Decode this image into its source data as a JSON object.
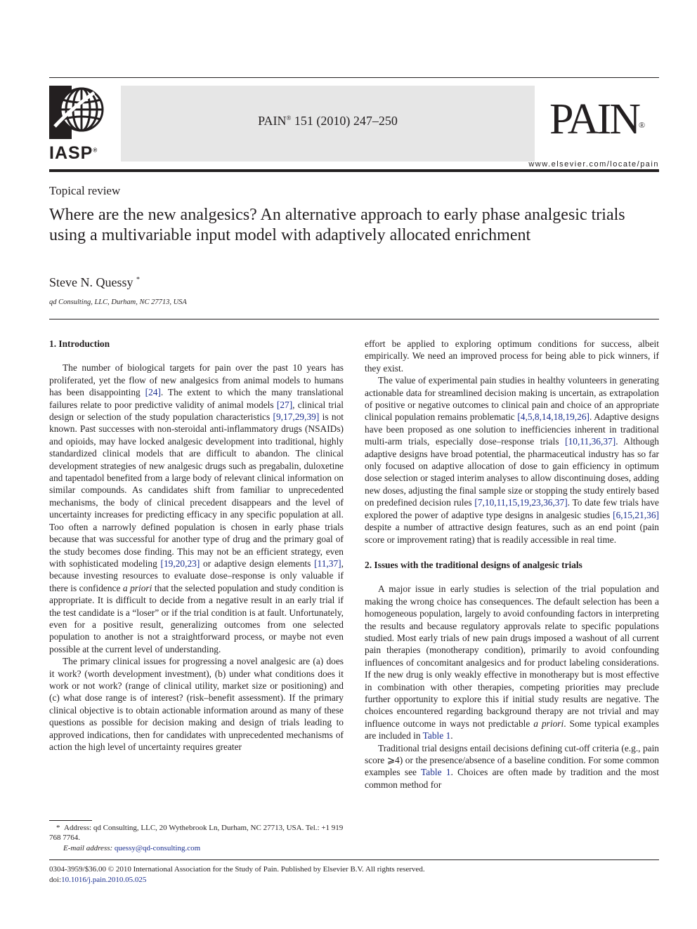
{
  "header": {
    "journal_name": "PAIN",
    "journal_reg": "®",
    "citation": "151 (2010) 247–250",
    "iasp_logo_text": "IASP",
    "iasp_reg": "®",
    "pain_logo_text": "PAIN",
    "pain_logo_reg": "®",
    "url": "www.elsevier.com/locate/pain"
  },
  "article": {
    "type": "Topical review",
    "title": "Where are the new analgesics? An alternative approach to early phase analgesic trials using a multivariable input model with adaptively allocated enrichment",
    "author": "Steve N. Quessy",
    "author_mark": "*",
    "affiliation": "qd Consulting, LLC, Durham, NC 27713, USA"
  },
  "left_column": {
    "heading": "1. Introduction",
    "p1": [
      "The number of biological targets for pain over the past 10 years has proliferated, yet the flow of new analgesics from animal models to humans has been disappointing ",
      "[24]",
      ". The extent to which the many translational failures relate to poor predictive validity of animal models ",
      "[27]",
      ", clinical trial design or selection of the study population characteristics ",
      "[9,17,29,39]",
      " is not known. Past successes with non-steroidal anti-inflammatory drugs (NSAIDs) and opioids, may have locked analgesic development into traditional, highly standardized clinical models that are difficult to abandon. The clinical development strategies of new analgesic drugs such as pregabalin, duloxetine and tapentadol benefited from a large body of relevant clinical information on similar compounds. As candidates shift from familiar to unprecedented mechanisms, the body of clinical precedent disappears and the level of uncertainty increases for predicting efficacy in any specific population at all. Too often a narrowly defined population is chosen in early phase trials because that was successful for another type of drug and the primary goal of the study becomes dose finding. This may not be an efficient strategy, even with sophisticated modeling ",
      "[19,20,23]",
      " or adaptive design elements ",
      "[11,37]",
      ", because investing resources to evaluate dose–response is only valuable if there is confidence ",
      "a priori",
      " that the selected population and study condition is appropriate. It is difficult to decide from a negative result in an early trial if the test candidate is a “loser” or if the trial condition is at fault. Unfortunately, even for a positive result, generalizing outcomes from one selected population to another is not a straightforward process, or maybe not even possible at the current level of understanding."
    ],
    "p2": "The primary clinical issues for progressing a novel analgesic are (a) does it work? (worth development investment), (b) under what conditions does it work or not work? (range of clinical utility, market size or positioning) and (c) what dose range is of interest? (risk–benefit assessment). If the primary clinical objective is to obtain actionable information around as many of these questions as possible for decision making and design of trials leading to approved indications, then for candidates with unprecedented mechanisms of action the high level of uncertainty requires greater"
  },
  "right_column": {
    "p0": "effort be applied to exploring optimum conditions for success, albeit empirically. We need an improved process for being able to pick winners, if they exist.",
    "p1": [
      "The value of experimental pain studies in healthy volunteers in generating actionable data for streamlined decision making is uncertain, as extrapolation of positive or negative outcomes to clinical pain and choice of an appropriate clinical population remains problematic ",
      "[4,5,8,14,18,19,26]",
      ". Adaptive designs have been proposed as one solution to inefficiencies inherent in traditional multi-arm trials, especially dose–response trials ",
      "[10,11,36,37]",
      ". Although adaptive designs have broad potential, the pharmaceutical industry has so far only focused on adaptive allocation of dose to gain efficiency in optimum dose selection or staged interim analyses to allow discontinuing doses, adding new doses, adjusting the final sample size or stopping the study entirely based on predefined decision rules ",
      "[7,10,11,15,19,23,36,37]",
      ". To date few trials have explored the power of adaptive type designs in analgesic studies ",
      "[6,15,21,36]",
      " despite a number of attractive design features, such as an end point (pain score or improvement rating) that is readily accessible in real time."
    ],
    "heading2": "2. Issues with the traditional designs of analgesic trials",
    "p2": [
      "A major issue in early studies is selection of the trial population and making the wrong choice has consequences. The default selection has been a homogeneous population, largely to avoid confounding factors in interpreting the results and because regulatory approvals relate to specific populations studied. Most early trials of new pain drugs imposed a washout of all current pain therapies (monotherapy condition), primarily to avoid confounding influences of concomitant analgesics and for product labeling considerations. If the new drug is only weakly effective in monotherapy but is most effective in combination with other therapies, competing priorities may preclude further opportunity to explore this if initial study results are negative. The choices encountered regarding background therapy are not trivial and may influence outcome in ways not predictable ",
      "a priori",
      ". Some typical examples are included in ",
      "Table 1",
      "."
    ],
    "p3": [
      "Traditional trial designs entail decisions defining cut-off criteria (e.g., pain score ⩾4) or the presence/absence of a baseline condition. For some common examples see ",
      "Table 1",
      ". Choices are often made by tradition and the most common method for"
    ]
  },
  "footnote": {
    "mark": "*",
    "address": "Address: qd Consulting, LLC, 20 Wythebrook Ln, Durham, NC 27713, USA. Tel.: +1 919 768 7764.",
    "email_label": "E-mail address:",
    "email": "quessy@qd-consulting.com"
  },
  "footer": {
    "line1": "0304-3959/$36.00 © 2010 International Association for the Study of Pain. Published by Elsevier B.V. All rights reserved.",
    "doi_label": "doi:",
    "doi": "10.1016/j.pain.2010.05.025"
  }
}
